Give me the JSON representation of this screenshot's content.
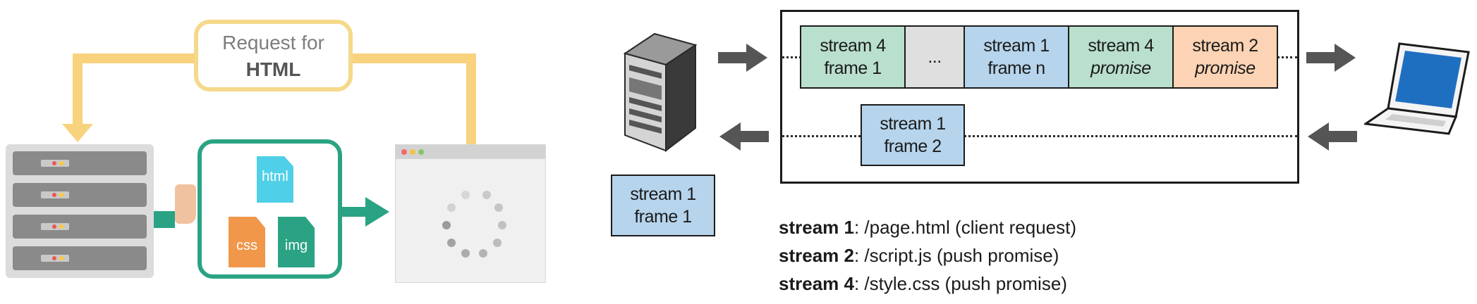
{
  "left_illustration": {
    "request_label_line1": "Request for",
    "request_label_line2": "HTML",
    "files": [
      {
        "label": "html",
        "color": "#4fd0e8"
      },
      {
        "label": "css",
        "color": "#f0974a"
      },
      {
        "label": "img",
        "color": "#2aa384"
      }
    ],
    "colors": {
      "request_path": "#f9d27e",
      "response_path": "#2aa384",
      "server": "#8a8a8a"
    }
  },
  "frames_top": [
    {
      "line1": "stream 4",
      "line2": "frame 1",
      "italic": false,
      "color": "#b9dfcd"
    },
    {
      "line1": "...",
      "line2": "",
      "italic": false,
      "color": "#dfdfdf"
    },
    {
      "line1": "stream 1",
      "line2": "frame n",
      "italic": false,
      "color": "#b6d4ec"
    },
    {
      "line1": "stream 4",
      "line2": "promise",
      "italic": true,
      "color": "#b9dfcd"
    },
    {
      "line1": "stream 2",
      "line2": "promise",
      "italic": true,
      "color": "#fcd3b4"
    }
  ],
  "frame_bottom": {
    "line1": "stream 1",
    "line2": "frame 2"
  },
  "frame_client_side": {
    "line1": "stream 1",
    "line2": "frame 1"
  },
  "legend": [
    {
      "stream": "stream 1",
      "detail": ": /page.html  (client request)"
    },
    {
      "stream": "stream 2",
      "detail": ": /script.js  (push promise)"
    },
    {
      "stream": "stream 4",
      "detail": ": /style.css  (push promise)"
    }
  ]
}
